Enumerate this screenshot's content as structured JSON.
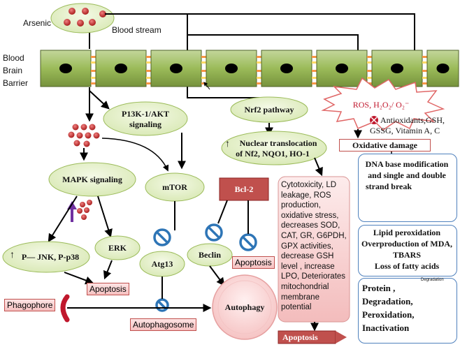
{
  "labels": {
    "arsenic": "Arsenic",
    "blood_stream": "Blood stream",
    "bbb_line1": "Blood",
    "bbb_line2": "Brain",
    "bbb_line3": "Barrier",
    "pi3k_line1": "P13K-1/AKT",
    "pi3k_line2": "signaling",
    "nrf2": "Nrf2 pathway",
    "ros": "ROS, H₂O₂/ O₂⁻",
    "antiox_line1": "Antioxidants,GSH,",
    "antiox_line2": "GSSG, Vitamin A, C",
    "oxidative_damage": "Oxidative damage",
    "nuclear_line1": "Nuclear translocation",
    "nuclear_line2": "of Nf2, NQO1, HO-1",
    "mapk": "MAPK signaling",
    "mtor": "mTOR",
    "bcl2": "Bcl-2",
    "erk": "ERK",
    "pjnk": "P— JNK, P-p38",
    "atg13": "Atg13",
    "beclin": "Beclin",
    "apoptosis_left": "Apoptosis",
    "apoptosis_mid": "Apoptosis",
    "apoptosis_bottom": "Apoptosis",
    "phagophore": "Phagophore",
    "autophagy": "Autophagy",
    "autophagosome": "Autophagosome",
    "cytotox": "Cytotoxicity, LD leakage, ROS production, oxidative stress, decreases SOD, CAT, GR, G6PDH, GPX activities, decrease GSH level , increase LPO, Deteriorates mitochondrial membrane potential",
    "dna_line1": "DNA base modification",
    "dna_line2": "and single and double",
    "dna_line3": "strand break",
    "lipid_line1": "Lipid peroxidation",
    "lipid_line2": "Overproduction of MDA,",
    "lipid_line3": "TBARS",
    "lipid_line4": "Loss of fatty acids",
    "protein_line1": "Protein ,",
    "protein_line2": "Degradation,",
    "protein_line3": "Peroxidation,",
    "protein_line4": "Inactivation",
    "degradation_caption": "Degradation"
  },
  "colors": {
    "ellipse_fill": "#e2efc3",
    "cell_fill": "#9bbb59",
    "cell_dark": "#6b8e23",
    "junction_orange": "#f79646",
    "junction_yellow": "#ffd966",
    "arsenic_dot": "#c0392b",
    "panel_border": "#4f81bd",
    "inhibit_blue": "#2e75b6",
    "bcl2_fill": "#c0504d",
    "purple_arrow": "#7030a0",
    "phagophore_red": "#c0182d"
  }
}
